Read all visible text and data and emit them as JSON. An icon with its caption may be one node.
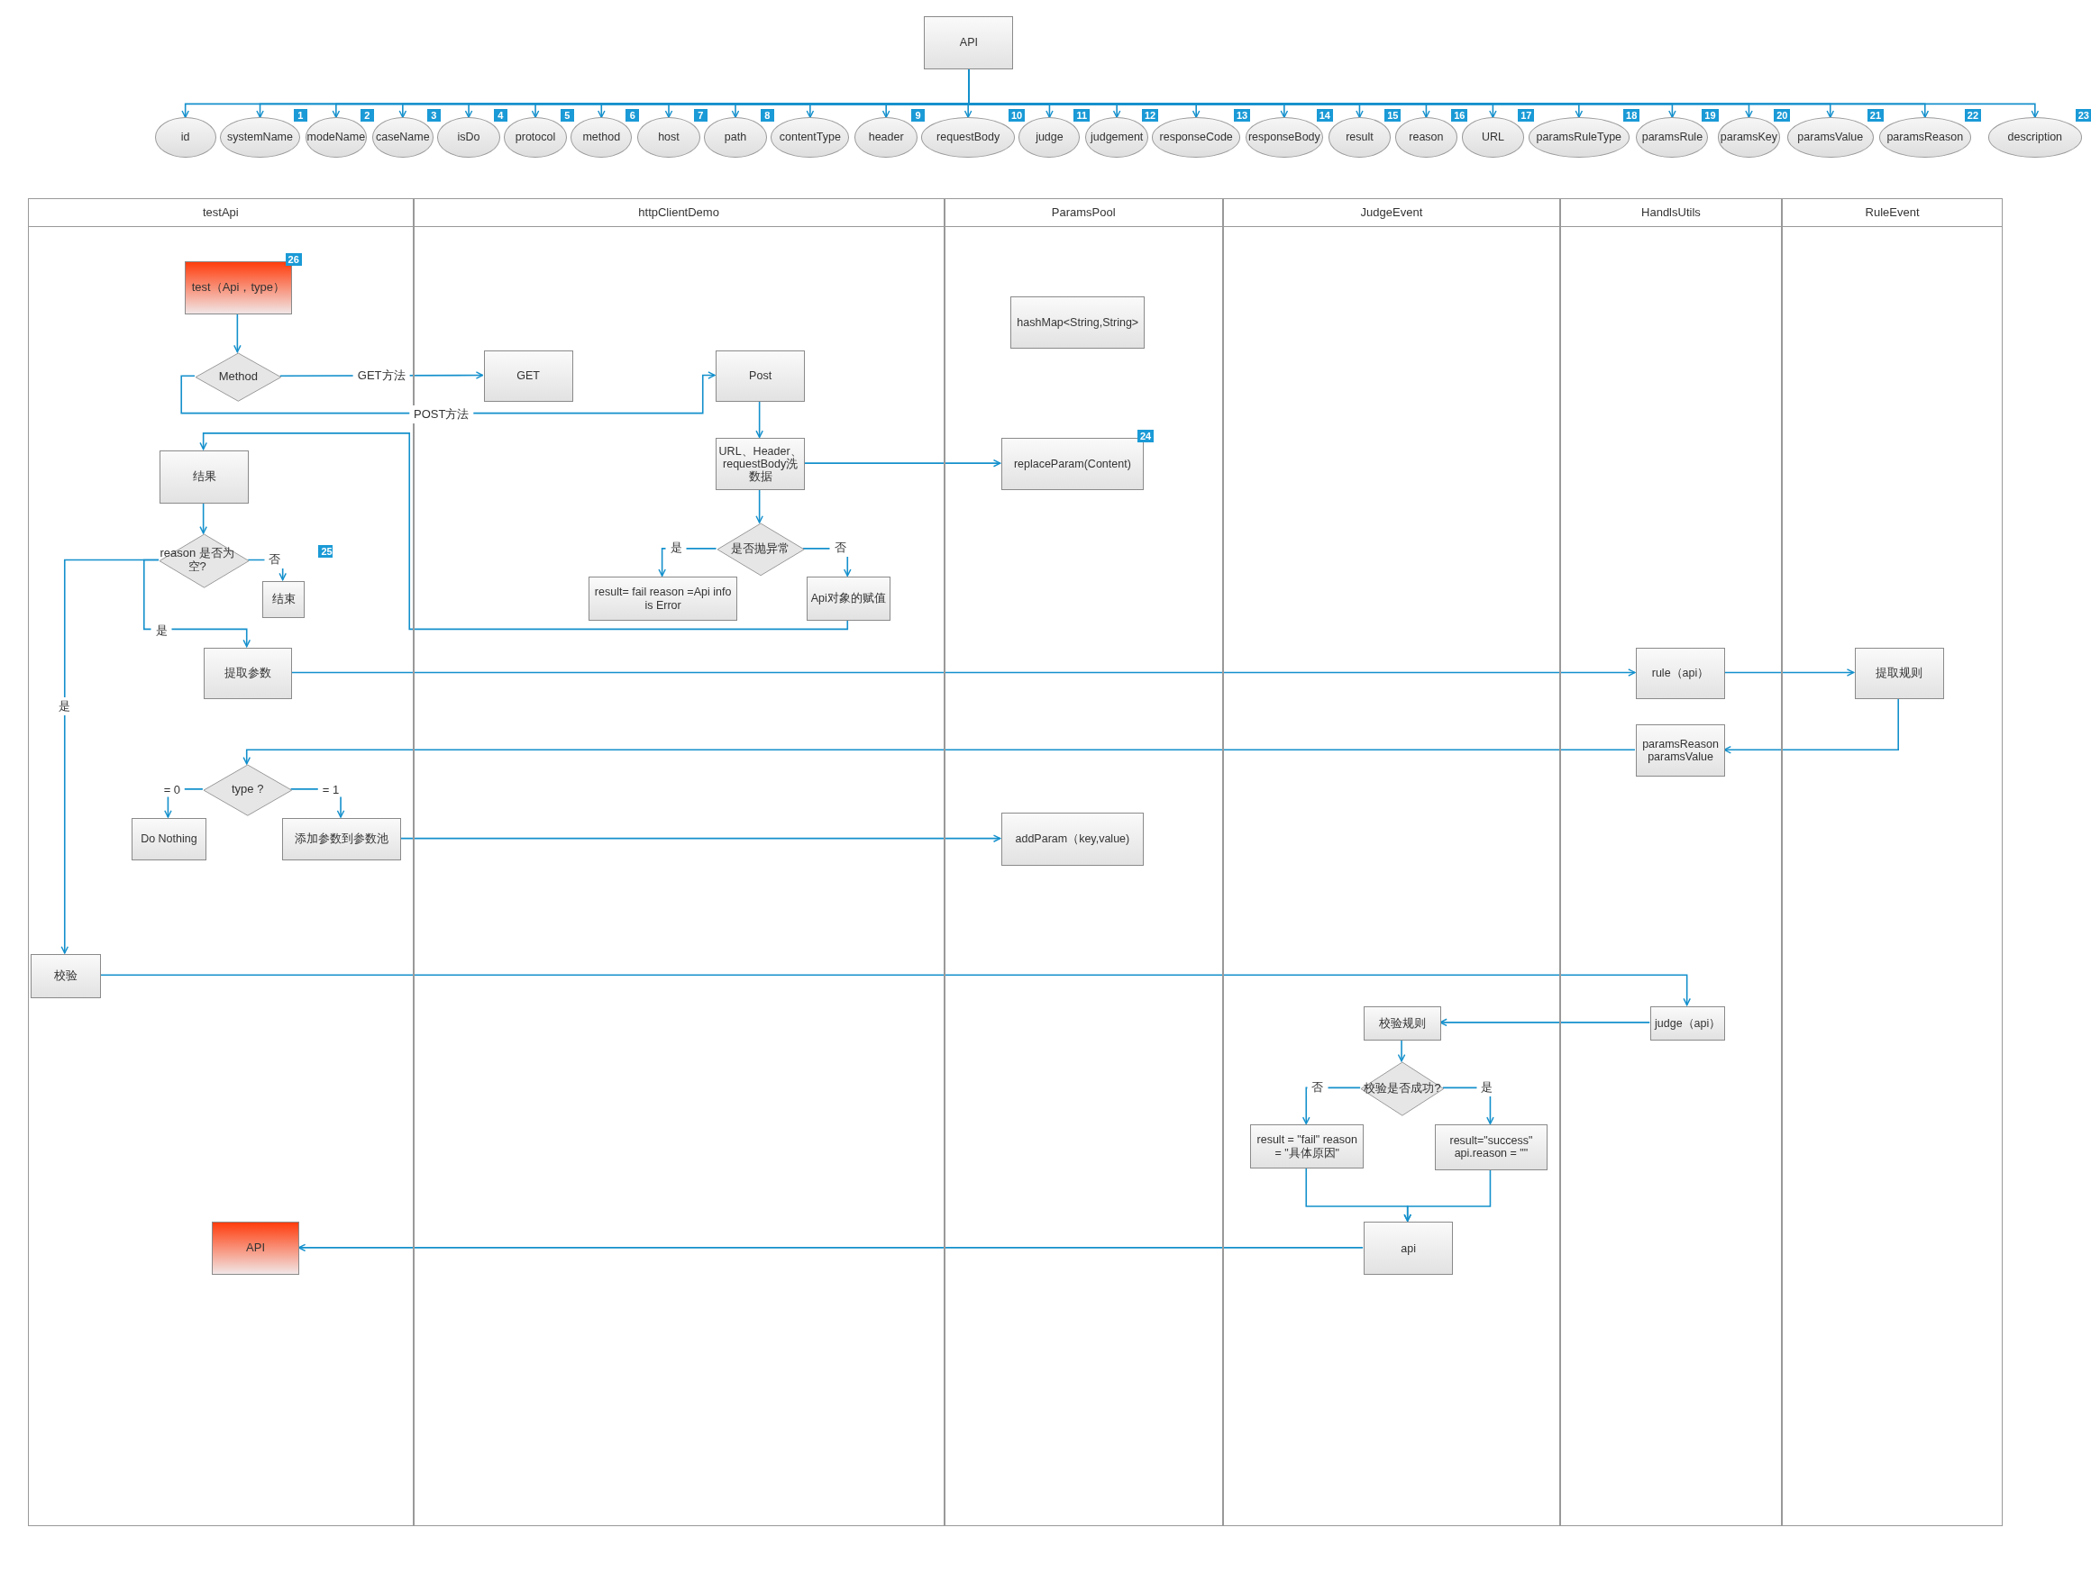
{
  "diagram": {
    "nodes": [
      {
        "text": [
          "API"
        ]
      },
      {
        "text": [
          "id"
        ]
      },
      {
        "text": [
          "systemName"
        ],
        "beside": [
          "1"
        ]
      },
      {
        "text": [
          "modeName"
        ],
        "beside": [
          "2"
        ]
      },
      {
        "text": [
          "caseName"
        ],
        "beside": [
          "3"
        ]
      },
      {
        "text": [
          "isDo"
        ],
        "beside": [
          "4"
        ]
      },
      {
        "text": [
          "protocol"
        ],
        "beside": [
          "5"
        ]
      },
      {
        "text": [
          "method"
        ],
        "beside": [
          "6"
        ]
      },
      {
        "text": [
          "host"
        ],
        "beside": [
          "7"
        ]
      },
      {
        "text": [
          "path"
        ],
        "beside": [
          "8"
        ]
      },
      {
        "text": [
          "contentType"
        ]
      },
      {
        "text": [
          "header"
        ],
        "beside": [
          "9"
        ]
      },
      {
        "text": [
          "requestBody"
        ],
        "beside": [
          "10"
        ]
      },
      {
        "text": [
          "judge"
        ],
        "beside": [
          "11"
        ]
      },
      {
        "text": [
          "judgement"
        ],
        "beside": [
          "12"
        ]
      },
      {
        "text": [
          "responseCode"
        ],
        "beside": [
          "13"
        ]
      },
      {
        "text": [
          "responseBody"
        ],
        "beside": [
          "14"
        ]
      },
      {
        "text": [
          "result"
        ],
        "beside": [
          "15"
        ]
      },
      {
        "text": [
          "reason"
        ],
        "beside": [
          "16"
        ]
      },
      {
        "text": [
          "URL"
        ],
        "beside": [
          "17"
        ]
      },
      {
        "text": [
          "paramsRuleType"
        ],
        "beside": [
          "18"
        ]
      },
      {
        "text": [
          "paramsRule"
        ],
        "beside": [
          "19"
        ]
      },
      {
        "text": [
          "paramsKey"
        ],
        "beside": [
          "20"
        ]
      },
      {
        "text": [
          "paramsValue"
        ],
        "beside": [
          "21"
        ]
      },
      {
        "text": [
          "paramsReason"
        ],
        "beside": [
          "22"
        ]
      },
      {
        "text": [
          "description"
        ],
        "beside": [
          "23"
        ]
      },
      {
        "text": [
          "testApi"
        ]
      },
      {
        "text": [
          "httpClientDemo"
        ]
      },
      {
        "text": [
          "ParamsPool"
        ]
      },
      {
        "text": [
          "JudgeEvent"
        ]
      },
      {
        "text": [
          "HandlsUtils"
        ]
      },
      {
        "text": [
          "RuleEvent"
        ]
      },
      {
        "text": [
          "test（Api，type）"
        ],
        "in": 26,
        "beside": [
          "26"
        ]
      },
      {
        "text": [
          "Method"
        ],
        "in": 26
      },
      {
        "text": [
          "GET"
        ],
        "in": 27
      },
      {
        "text": [
          "Post"
        ],
        "in": 27
      },
      {
        "text": [
          "URL、Header、requestBody洗数据"
        ],
        "in": 27
      },
      {
        "text": [
          "是否抛异常"
        ],
        "in": 27
      },
      {
        "text": [
          "result= fail reason =Api info is Error"
        ],
        "in": 27
      },
      {
        "text": [
          "Api对象的赋值"
        ],
        "in": 27
      },
      {
        "text": [
          "hashMap<String,String>"
        ],
        "in": 28
      },
      {
        "text": [
          "replaceParam(Content)"
        ],
        "in": 28,
        "beside": [
          "24"
        ]
      },
      {
        "text": [
          "结果"
        ],
        "in": 26
      },
      {
        "text": [
          "reason 是否为空?"
        ],
        "in": 26,
        "beside": [
          "25"
        ]
      },
      {
        "text": [
          "结束"
        ],
        "in": 26
      },
      {
        "text": [
          "提取参数"
        ],
        "in": 26
      },
      {
        "text": [
          "rule（api）"
        ],
        "in": 30
      },
      {
        "text": [
          "提取规则"
        ],
        "in": 31
      },
      {
        "text": [
          "paramsReason paramsValue"
        ],
        "in": 30
      },
      {
        "text": [
          "type ?"
        ],
        "in": 26
      },
      {
        "text": [
          "Do Nothing"
        ],
        "in": 26
      },
      {
        "text": [
          "添加参数到参数池"
        ],
        "in": 26
      },
      {
        "text": [
          "addParam（key,value)"
        ],
        "in": 28
      },
      {
        "text": [
          "校验"
        ],
        "in": 26
      },
      {
        "text": [
          "judge（api）"
        ],
        "in": 30
      },
      {
        "text": [
          "校验规则"
        ],
        "in": 29
      },
      {
        "text": [
          "校验是否成功?"
        ],
        "in": 29
      },
      {
        "text": [
          "result = \"fail\" reason = \"具体原因\""
        ],
        "in": 29
      },
      {
        "text": [
          "result=\"success\" api.reason = \"\""
        ],
        "in": 29
      },
      {
        "text": [
          "api"
        ],
        "in": 29
      },
      {
        "text": [
          "API"
        ],
        "in": 26
      }
    ],
    "edges": [
      {
        "from": 0,
        "to": 1,
        "arrow": "to"
      },
      {
        "from": 0,
        "to": 2,
        "arrow": "to"
      },
      {
        "from": 0,
        "to": 3,
        "arrow": "to"
      },
      {
        "from": 0,
        "to": 4,
        "arrow": "to"
      },
      {
        "from": 0,
        "to": 5,
        "arrow": "to"
      },
      {
        "from": 0,
        "to": 6,
        "arrow": "to"
      },
      {
        "from": 0,
        "to": 7,
        "arrow": "to"
      },
      {
        "from": 0,
        "to": 8,
        "arrow": "to"
      },
      {
        "from": 0,
        "to": 9,
        "arrow": "to"
      },
      {
        "from": 0,
        "to": 10,
        "arrow": "to"
      },
      {
        "from": 0,
        "to": 11,
        "arrow": "to"
      },
      {
        "from": 0,
        "to": 12,
        "arrow": "to"
      },
      {
        "from": 0,
        "to": 13,
        "arrow": "to"
      },
      {
        "from": 0,
        "to": 14,
        "arrow": "to"
      },
      {
        "from": 0,
        "to": 15,
        "arrow": "to"
      },
      {
        "from": 0,
        "to": 16,
        "arrow": "to"
      },
      {
        "from": 0,
        "to": 17,
        "arrow": "to"
      },
      {
        "from": 0,
        "to": 18,
        "arrow": "to"
      },
      {
        "from": 0,
        "to": 19,
        "arrow": "to"
      },
      {
        "from": 0,
        "to": 20,
        "arrow": "to"
      },
      {
        "from": 0,
        "to": 21,
        "arrow": "to"
      },
      {
        "from": 0,
        "to": 22,
        "arrow": "to"
      },
      {
        "from": 0,
        "to": 23,
        "arrow": "to"
      },
      {
        "from": 0,
        "to": 24,
        "arrow": "to"
      },
      {
        "from": 0,
        "to": 25,
        "arrow": "to"
      },
      {
        "from": 32,
        "to": 33,
        "arrow": "to"
      },
      {
        "from": 33,
        "to": 34,
        "arrow": "to",
        "label": "GET方法"
      },
      {
        "from": 33,
        "to": 35,
        "arrow": "to",
        "label": "POST方法"
      },
      {
        "from": 35,
        "to": 36,
        "arrow": "to"
      },
      {
        "from": 36,
        "to": 41,
        "arrow": "to"
      },
      {
        "from": 36,
        "to": 37,
        "arrow": "to"
      },
      {
        "from": 37,
        "to": 38,
        "arrow": "to",
        "label": "是"
      },
      {
        "from": 37,
        "to": 39,
        "arrow": "to",
        "label": "否"
      },
      {
        "from": 39,
        "to": 42,
        "arrow": "to"
      },
      {
        "from": 42,
        "to": 43,
        "arrow": "to"
      },
      {
        "from": 43,
        "to": 44,
        "arrow": "to",
        "label": "否"
      },
      {
        "from": 43,
        "to": 45,
        "arrow": "to",
        "label": "是"
      },
      {
        "from": 43,
        "to": 53,
        "arrow": "to",
        "label": "是"
      },
      {
        "from": 45,
        "to": 46,
        "arrow": "to"
      },
      {
        "from": 46,
        "to": 47,
        "arrow": "to"
      },
      {
        "from": 47,
        "to": 48,
        "arrow": "to"
      },
      {
        "from": 48,
        "to": 49,
        "arrow": "to"
      },
      {
        "from": 49,
        "to": 50,
        "arrow": "to",
        "label": "= 0"
      },
      {
        "from": 49,
        "to": 51,
        "arrow": "to",
        "label": "= 1"
      },
      {
        "from": 51,
        "to": 52,
        "arrow": "to"
      },
      {
        "from": 53,
        "to": 54,
        "arrow": "to"
      },
      {
        "from": 54,
        "to": 55,
        "arrow": "to"
      },
      {
        "from": 55,
        "to": 56,
        "arrow": "to"
      },
      {
        "from": 56,
        "to": 57,
        "arrow": "to",
        "label": "否"
      },
      {
        "from": 56,
        "to": 58,
        "arrow": "to",
        "label": "是"
      },
      {
        "from": 57,
        "to": 59,
        "arrow": "to"
      },
      {
        "from": 58,
        "to": 59,
        "arrow": "to"
      },
      {
        "from": 59,
        "to": 60,
        "arrow": "to"
      }
    ]
  }
}
